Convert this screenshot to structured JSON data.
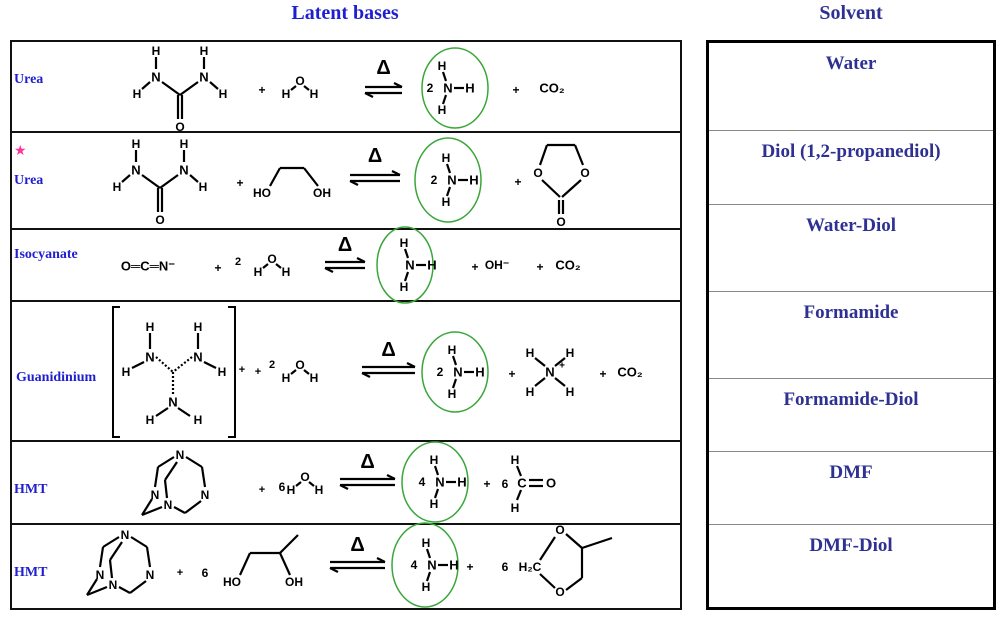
{
  "headers": {
    "latent_bases": "Latent bases",
    "solvent": "Solvent"
  },
  "reactions": [
    {
      "label": "Urea",
      "starred": false
    },
    {
      "label": "Urea",
      "starred": true,
      "star": "★"
    },
    {
      "label": "Isocyanate",
      "starred": false
    },
    {
      "label": "Guanidinium",
      "starred": false
    },
    {
      "label": "HMT",
      "starred": false
    },
    {
      "label": "HMT",
      "starred": false
    }
  ],
  "solvents": [
    "Water",
    "Diol (1,2-propanediol)",
    "Water-Diol",
    "Formamide",
    "Formamide-Diol",
    "DMF",
    "DMF-Diol"
  ],
  "symbols": {
    "H": "H",
    "N": "N",
    "O": "O",
    "C": "C",
    "plus": "+",
    "delta": "Δ",
    "two": "2",
    "four": "4",
    "six": "6",
    "co2": "CO₂",
    "hydroxide": "OH⁻",
    "isocyanate": "O═C═N⁻",
    "ho": "HO",
    "oh": "OH",
    "h2c": "H₂C",
    "cation": "+"
  },
  "colors": {
    "label": "#1f1fd0",
    "solvent": "#2e3192",
    "star": "#ff3399",
    "circle": "#3aa63a"
  }
}
